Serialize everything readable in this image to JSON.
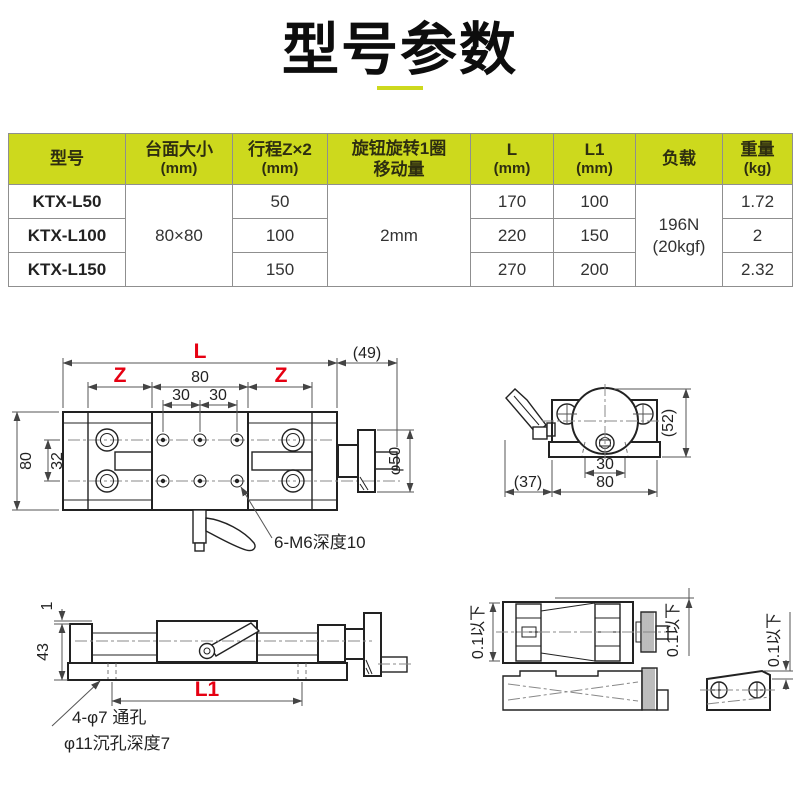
{
  "page": {
    "title": "型号参数"
  },
  "colors": {
    "accent_yellow": "#cdd91d",
    "dimension_red": "#e60012",
    "line_dark": "#222222",
    "table_border": "#8f8f8f"
  },
  "table": {
    "headers": [
      {
        "l1": "型号",
        "l2": ""
      },
      {
        "l1": "台面大小",
        "l2": "(mm)"
      },
      {
        "l1": "行程Z×2",
        "l2": "(mm)"
      },
      {
        "l1": "旋钮旋转1圈",
        "l2": "移动量"
      },
      {
        "l1": "L",
        "l2": "(mm)"
      },
      {
        "l1": "L1",
        "l2": "(mm)"
      },
      {
        "l1": "负载",
        "l2": ""
      },
      {
        "l1": "重量",
        "l2": "(kg)"
      }
    ],
    "rows": [
      {
        "model": "KTX-L50",
        "travel": "50",
        "L": "170",
        "L1": "100",
        "weight": "1.72"
      },
      {
        "model": "KTX-L100",
        "travel": "100",
        "L": "220",
        "L1": "150",
        "weight": "2"
      },
      {
        "model": "KTX-L150",
        "travel": "150",
        "L": "270",
        "L1": "200",
        "weight": "2.32"
      }
    ],
    "merged": {
      "table_size": "80×80",
      "movement_per_turn": "2mm",
      "load_l1": "196N",
      "load_l2": "(20kgf)"
    }
  },
  "drawings": {
    "top_view": {
      "dim_L": "L",
      "dim_49": "(49)",
      "dim_Z_left": "Z",
      "dim_80_top": "80",
      "dim_Z_right": "Z",
      "dim_30_left": "30",
      "dim_30_right": "30",
      "dim_80_side": "80",
      "dim_32": "32",
      "dim_phi50": "φ50",
      "label_m6": "6-M6深度10"
    },
    "end_view": {
      "dim_52": "(52)",
      "dim_30": "30",
      "dim_80": "80",
      "dim_37": "(37)"
    },
    "side_view": {
      "dim_1": "1",
      "dim_43": "43",
      "dim_L1": "L1",
      "label_holes_1": "4-φ7 通孔",
      "label_holes_2": "φ11沉孔深度7"
    },
    "tolerance_view": {
      "tol_left": "0.1以下",
      "tol_right": "0.1以下",
      "tol_block": "0.1以下"
    }
  }
}
